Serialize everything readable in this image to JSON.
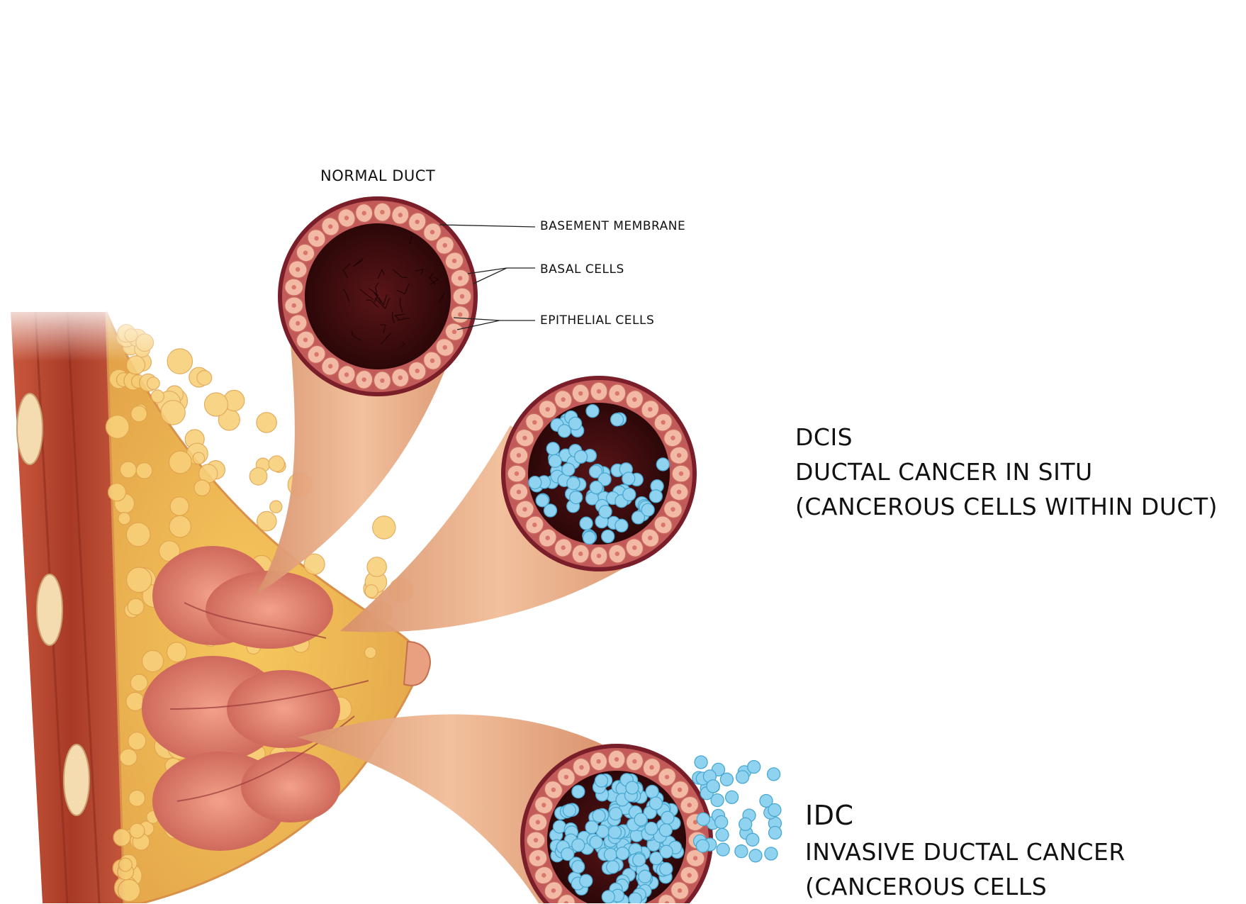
{
  "normal_duct": {
    "title": "NORMAL DUCT",
    "callouts": [
      "BASEMENT MEMBRANE",
      "BASAL CELLS",
      "EPITHELIAL CELLS"
    ]
  },
  "dcis": {
    "heading": "DCIS",
    "line1": "DUCTAL CANCER IN SITU",
    "line2": "(CANCEROUS CELLS WITHIN DUCT)"
  },
  "idc": {
    "heading": "IDC",
    "line1": "INVASIVE DUCTAL CANCER",
    "line2": "(CANCEROUS CELLS"
  },
  "colors": {
    "muscle": "#b8472f",
    "fat": "#f0b850",
    "lobule": "#e58070",
    "duct_tube": "#e3a47e",
    "basement_membrane": "#7a1f2a",
    "basal_cell": "#f2b9a5",
    "lumen": "#3a0c0e",
    "cancer_cell": "#8fd3f0"
  }
}
